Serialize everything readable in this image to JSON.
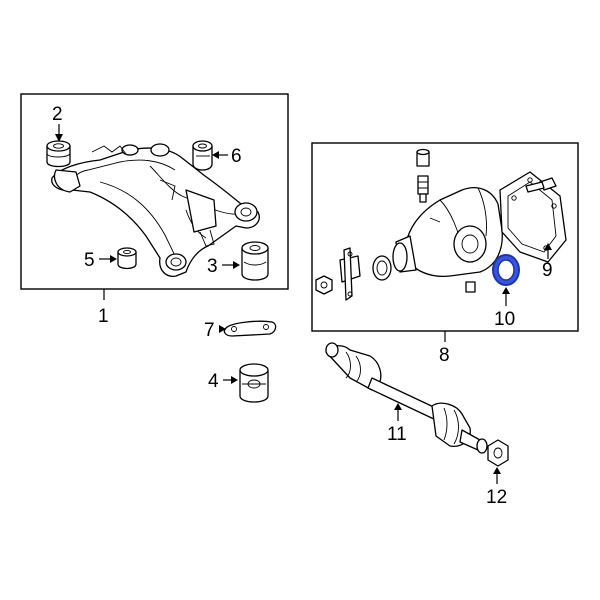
{
  "callouts": [
    {
      "id": "1",
      "label": "1"
    },
    {
      "id": "2",
      "label": "2"
    },
    {
      "id": "3",
      "label": "3"
    },
    {
      "id": "4",
      "label": "4"
    },
    {
      "id": "5",
      "label": "5"
    },
    {
      "id": "6",
      "label": "6"
    },
    {
      "id": "7",
      "label": "7"
    },
    {
      "id": "8",
      "label": "8"
    },
    {
      "id": "9",
      "label": "9"
    },
    {
      "id": "10",
      "label": "10"
    },
    {
      "id": "11",
      "label": "11"
    },
    {
      "id": "12",
      "label": "12"
    }
  ],
  "highlight": {
    "part": "10",
    "color": "#1a33b8",
    "fill_color": "#3a55d8"
  },
  "line_color": "#000000",
  "background": "#ffffff"
}
